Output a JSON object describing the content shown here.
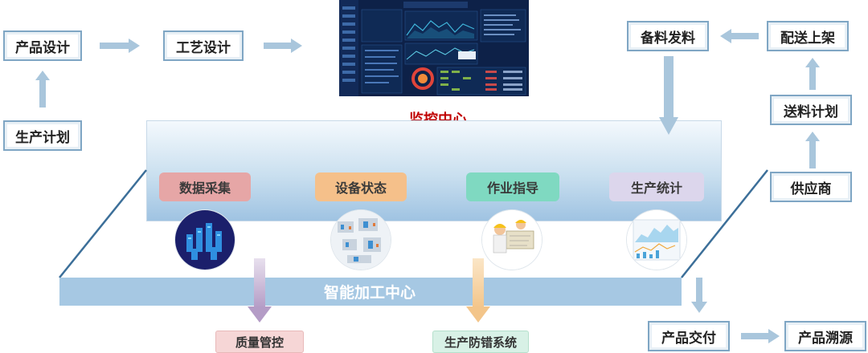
{
  "left_flow": {
    "product_design": "产品设计",
    "process_design": "工艺设计",
    "production_plan": "生产计划"
  },
  "right_flow": {
    "material_issue": "备料发料",
    "delivery_shelf": "配送上架",
    "feeding_plan": "送料计划",
    "supplier": "供应商"
  },
  "bottom_flow": {
    "product_delivery": "产品交付",
    "product_trace": "产品溯源"
  },
  "monitor": {
    "title": "监控中心"
  },
  "modules": [
    {
      "label": "数据采集",
      "color": "#e6a6a6"
    },
    {
      "label": "设备状态",
      "color": "#f5c08a"
    },
    {
      "label": "作业指导",
      "color": "#7fd9c1"
    },
    {
      "label": "生产统计",
      "color": "#dcd6ec"
    }
  ],
  "platform": {
    "title": "智能加工中心"
  },
  "outputs": {
    "quality": {
      "label": "质量管控",
      "color": "#f6d6d6"
    },
    "error_proof": {
      "label": "生产防错系统",
      "color": "#d8f1e6"
    }
  }
}
